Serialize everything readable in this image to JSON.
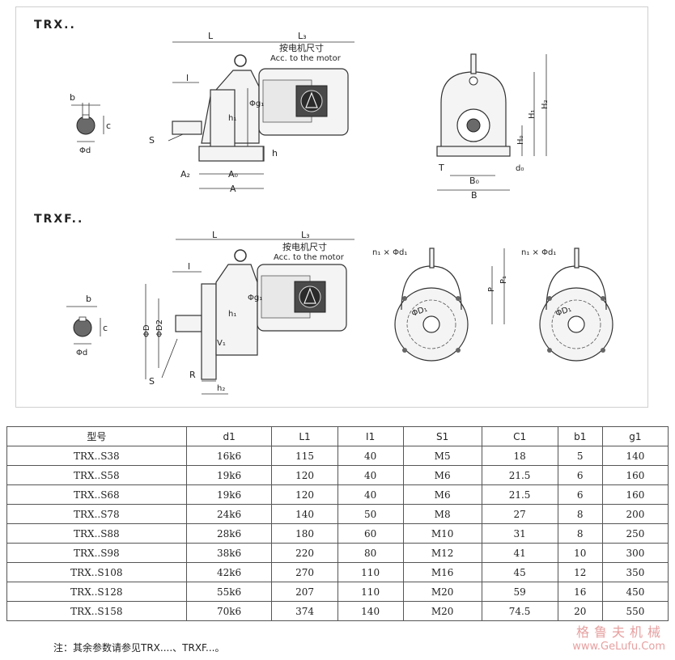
{
  "drawing": {
    "trx": {
      "title": "TRX..",
      "labels": {
        "L": "L",
        "L3": "L₃",
        "motor_cn": "按电机尺寸",
        "motor_en": "Acc. to the motor",
        "l": "l",
        "b": "b",
        "c": "c",
        "d": "Φd",
        "S": "S",
        "h1": "h₁",
        "g1": "Φg₁",
        "h": "h",
        "A2": "A₂",
        "A0": "A₀",
        "A": "A",
        "H1": "H₁",
        "H2": "H₂",
        "H0": "H₀",
        "T": "T",
        "B0": "B₀",
        "d0": "d₀",
        "B": "B"
      }
    },
    "trxf": {
      "title": "TRXF..",
      "labels": {
        "L": "L",
        "L3": "L₃",
        "motor_cn": "按电机尺寸",
        "motor_en": "Acc. to the motor",
        "l": "l",
        "b": "b",
        "c": "c",
        "d": "Φd",
        "D": "ΦD",
        "D2": "ΦD2",
        "S": "S",
        "h1": "h₁",
        "g1": "Φg₁",
        "v1": "V₁",
        "R": "R",
        "h2": "h₂",
        "n1d1_a": "n₁ × Φd₁",
        "n1d1_b": "n₁ × Φd₁",
        "P": "P",
        "P1": "P₁",
        "D1_a": "ΦD₁",
        "D1_b": "ΦD₁"
      }
    }
  },
  "table": {
    "headers": [
      "型号",
      "d1",
      "L1",
      "I1",
      "S1",
      "C1",
      "b1",
      "g1"
    ],
    "rows": [
      [
        "TRX..S38",
        "16k6",
        "115",
        "40",
        "M5",
        "18",
        "5",
        "140"
      ],
      [
        "TRX..S58",
        "19k6",
        "120",
        "40",
        "M6",
        "21.5",
        "6",
        "160"
      ],
      [
        "TRX..S68",
        "19k6",
        "120",
        "40",
        "M6",
        "21.5",
        "6",
        "160"
      ],
      [
        "TRX..S78",
        "24k6",
        "140",
        "50",
        "M8",
        "27",
        "8",
        "200"
      ],
      [
        "TRX..S88",
        "28k6",
        "180",
        "60",
        "M10",
        "31",
        "8",
        "250"
      ],
      [
        "TRX..S98",
        "38k6",
        "220",
        "80",
        "M12",
        "41",
        "10",
        "300"
      ],
      [
        "TRX..S108",
        "42k6",
        "270",
        "110",
        "M16",
        "45",
        "12",
        "350"
      ],
      [
        "TRX..S128",
        "55k6",
        "207",
        "110",
        "M20",
        "59",
        "16",
        "450"
      ],
      [
        "TRX..S158",
        "70k6",
        "374",
        "140",
        "M20",
        "74.5",
        "20",
        "550"
      ]
    ]
  },
  "note": "注：其余参数请参见TRX....、TRXF...。",
  "watermark": {
    "cn": "格鲁夫机械",
    "url": "www.GeLufu.Com"
  }
}
